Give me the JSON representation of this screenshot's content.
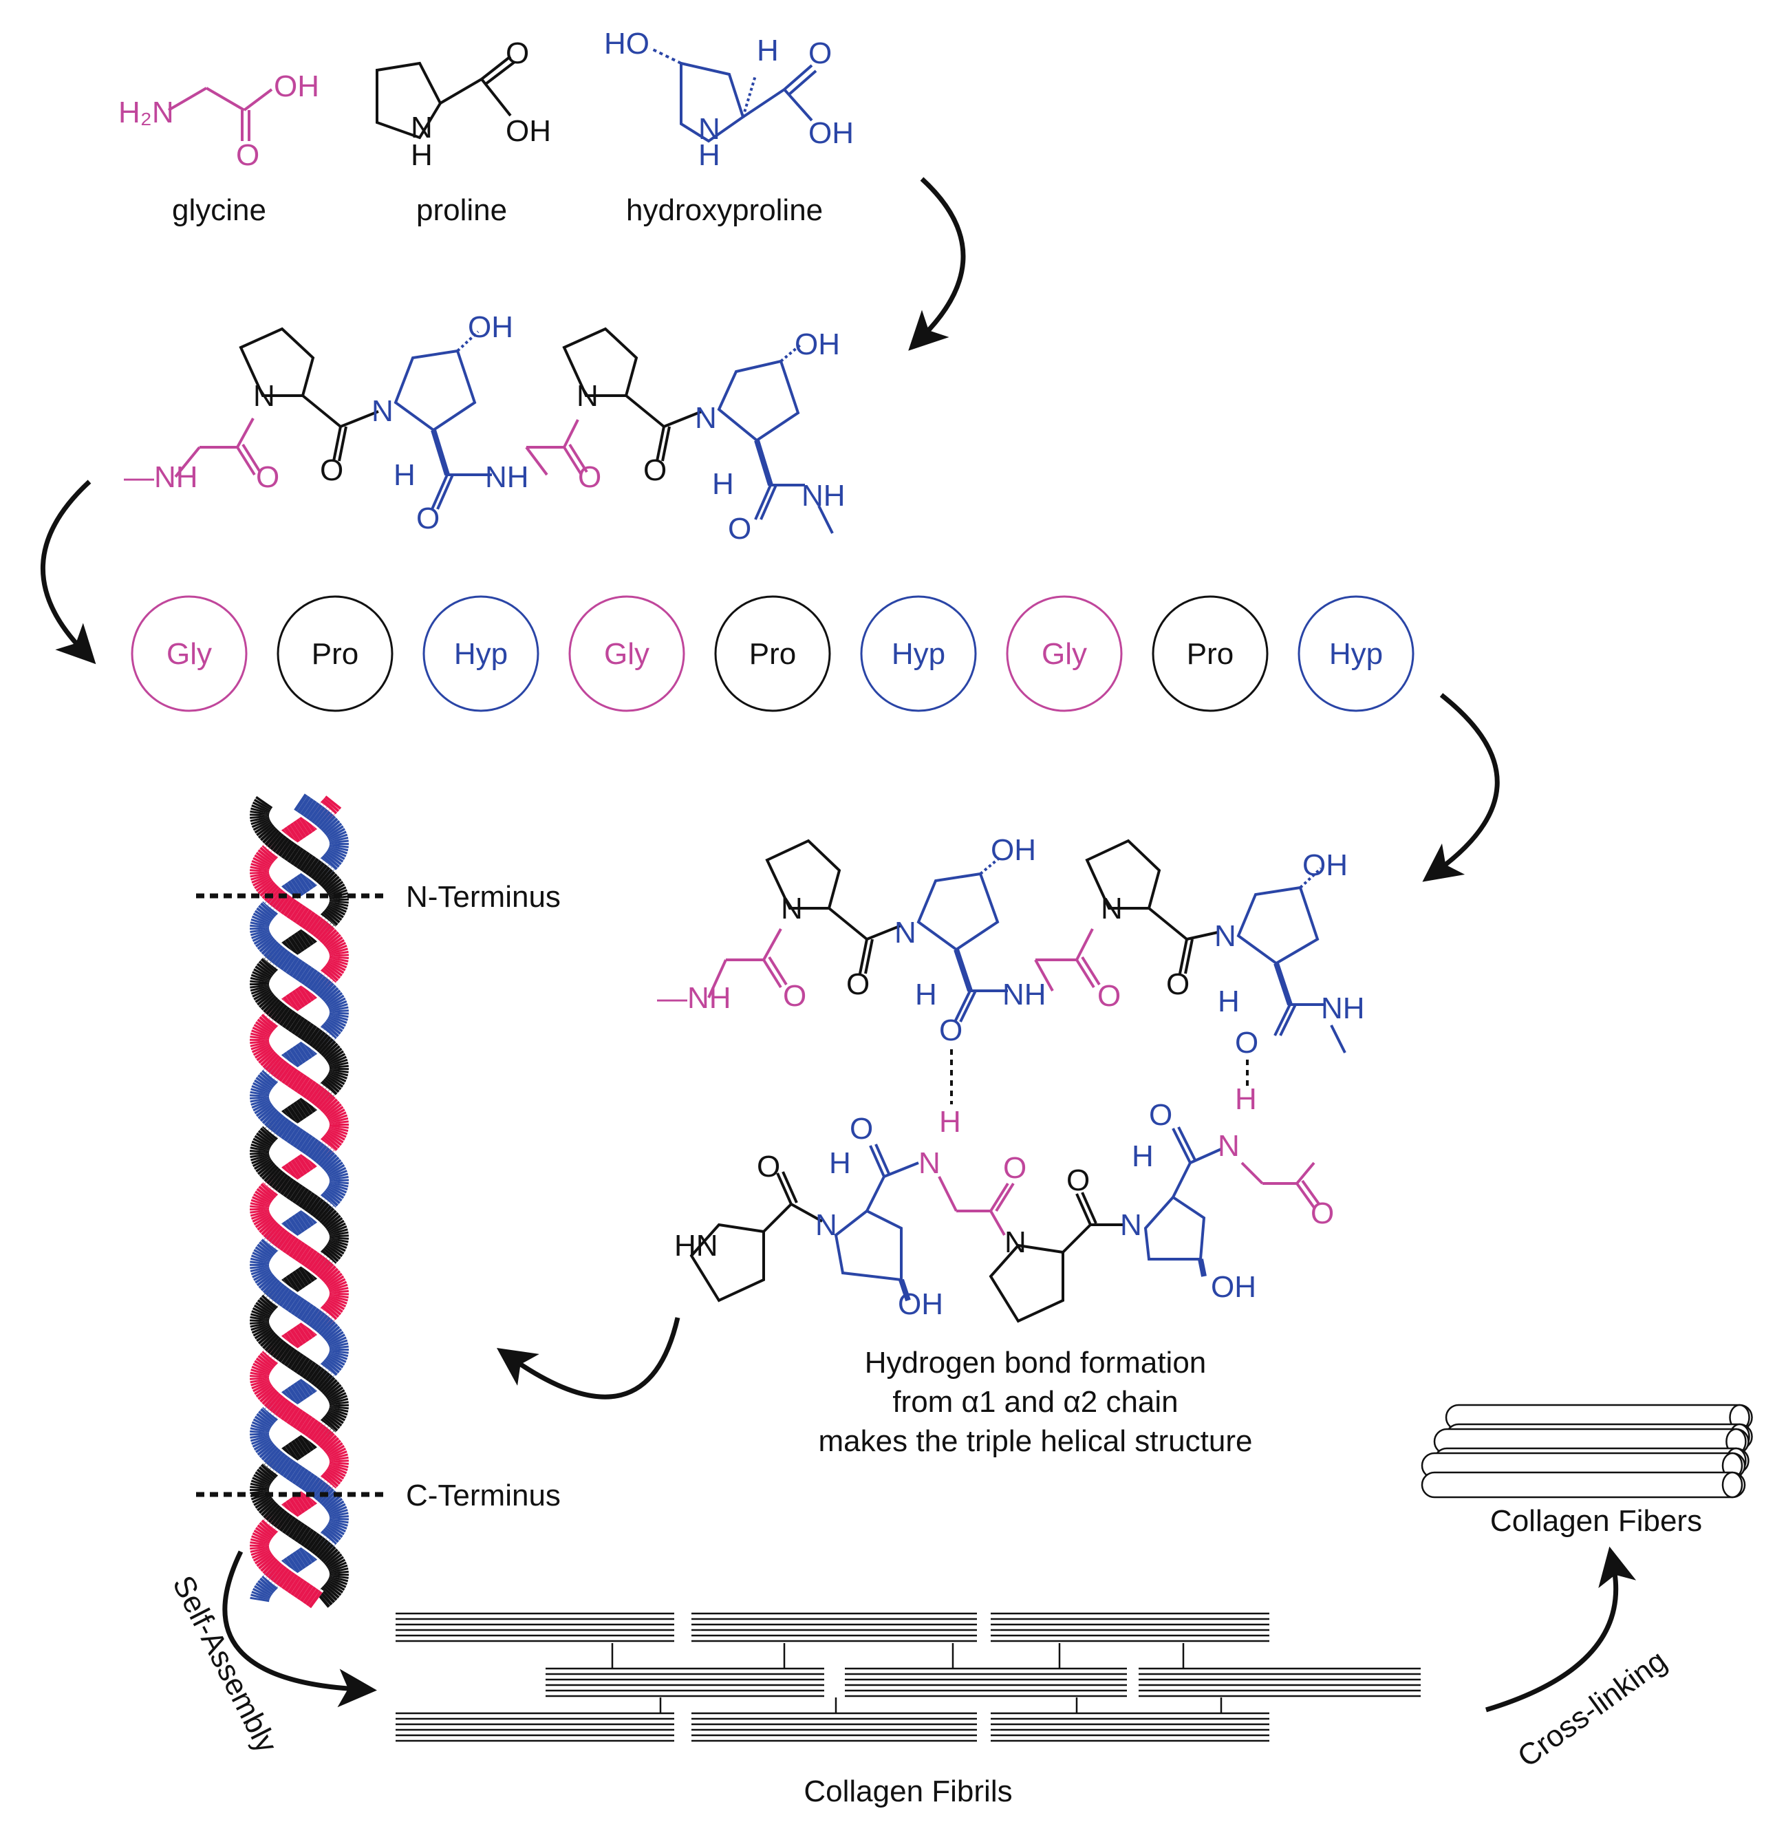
{
  "colors": {
    "glycine": "#c0469b",
    "proline": "#111111",
    "hydroxyproline": "#2a45a6",
    "helix_red": "#e8174f",
    "helix_blue": "#2d4ea8",
    "helix_black": "#111111"
  },
  "amino_acids": {
    "glycine": {
      "label": "glycine",
      "atoms": {
        "h2n": "H₂N",
        "oh": "OH",
        "o": "O"
      }
    },
    "proline": {
      "label": "proline",
      "atoms": {
        "nh": "N",
        "h": "H",
        "o": "O",
        "oh": "OH"
      }
    },
    "hydroxyproline": {
      "label": "hydroxyproline",
      "atoms": {
        "ho": "HO",
        "h": "H",
        "o": "O",
        "nh": "N",
        "nh_h": "H",
        "oh": "OH"
      }
    }
  },
  "peptide": {
    "nh_start": "—NH",
    "o": "O",
    "n": "N",
    "oh": "OH",
    "h": "H",
    "nh": "NH",
    "nh_end": "NH"
  },
  "sequence": [
    {
      "label": "Gly",
      "type": "glycine"
    },
    {
      "label": "Pro",
      "type": "proline"
    },
    {
      "label": "Hyp",
      "type": "hydroxyproline"
    },
    {
      "label": "Gly",
      "type": "glycine"
    },
    {
      "label": "Pro",
      "type": "proline"
    },
    {
      "label": "Hyp",
      "type": "hydroxyproline"
    },
    {
      "label": "Gly",
      "type": "glycine"
    },
    {
      "label": "Pro",
      "type": "proline"
    },
    {
      "label": "Hyp",
      "type": "hydroxyproline"
    }
  ],
  "hbond": {
    "top": {
      "nh_start": "—NH",
      "o": "O",
      "n": "N",
      "oh": "OH",
      "h": "H",
      "nh": "NH",
      "nh_end": "NH"
    },
    "bottom": {
      "hn": "HN",
      "o": "O",
      "n": "N",
      "h": "H",
      "oh": "OH"
    },
    "caption": [
      "Hydrogen bond formation",
      "from α1 and α2 chain",
      "makes the triple helical structure"
    ]
  },
  "helix": {
    "n_terminus": "N-Terminus",
    "c_terminus": "C-Terminus"
  },
  "assembly": {
    "self_assembly": "Self-Assembly",
    "fibrils_label": "Collagen Fibrils",
    "cross_linking": "Cross-linking",
    "fibers_label": "Collagen Fibers"
  }
}
